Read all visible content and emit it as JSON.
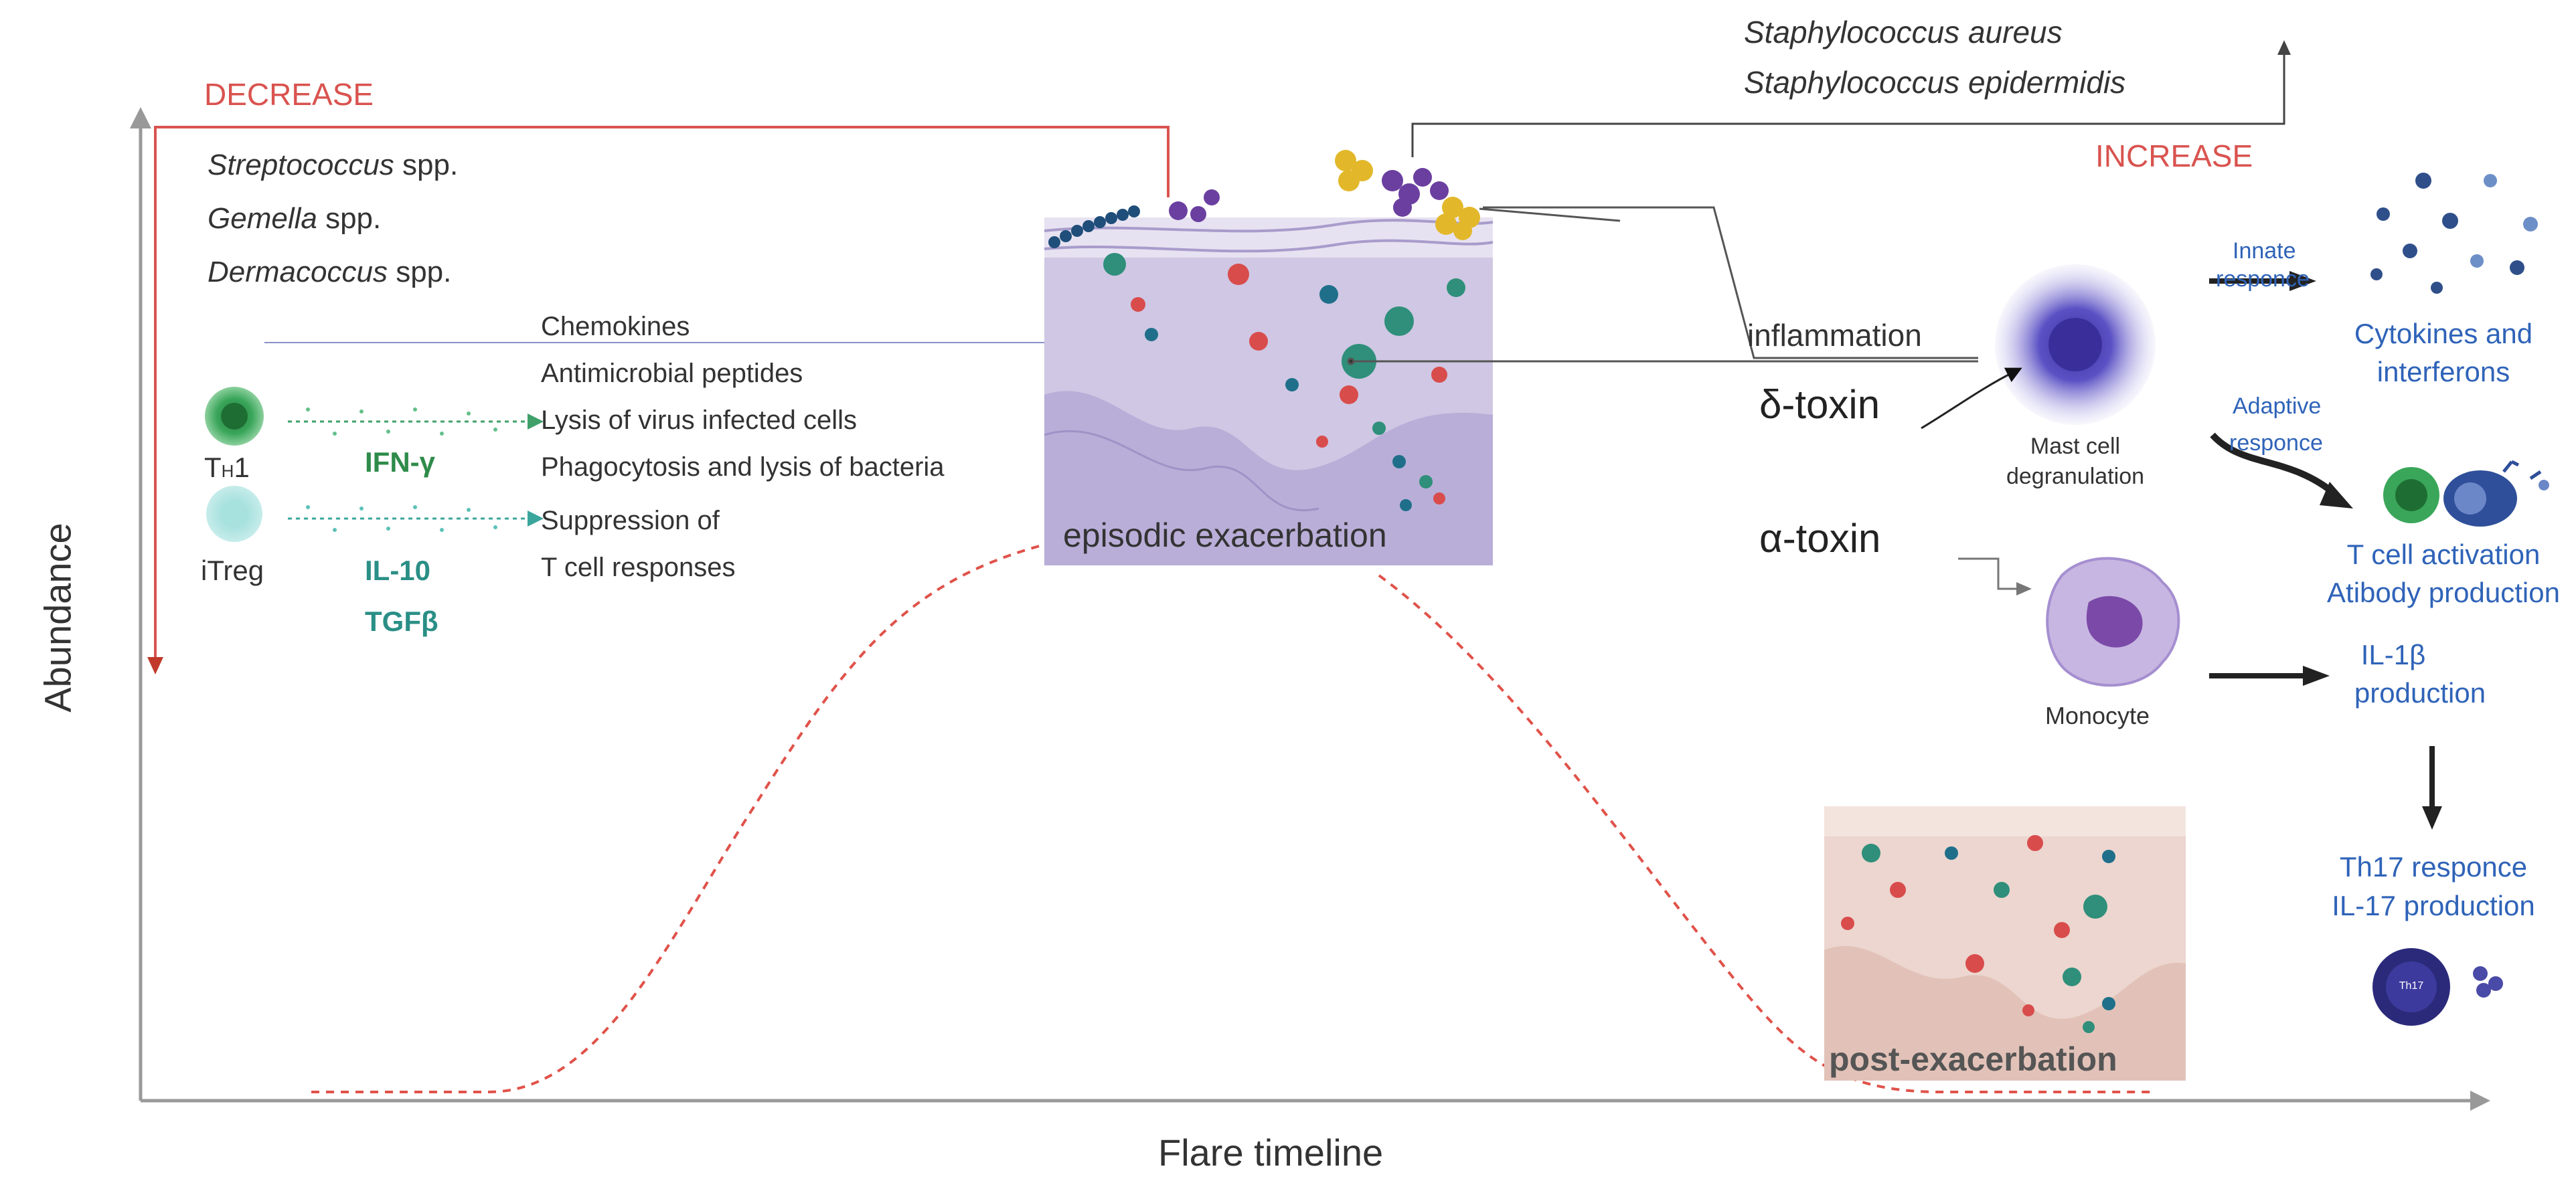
{
  "decrease": {
    "label": "DECREASE",
    "bacteria": [
      {
        "genus": "Streptococcus",
        "suffix": " spp."
      },
      {
        "genus": "Gemella",
        "suffix": " spp."
      },
      {
        "genus": "Dermacoccus",
        "suffix": " spp."
      }
    ]
  },
  "increase": {
    "label": "INCREASE",
    "bacteria": [
      "Staphylococcus aureus",
      "Staphylococcus epidermidis"
    ]
  },
  "axes": {
    "y_label": "Abundance",
    "x_label": "Flare timeline"
  },
  "cells": {
    "th1": {
      "label_main": "T",
      "label_sub": "H",
      "label_end": "1",
      "cytokine": "IFN-γ"
    },
    "itreg": {
      "label": "iTreg",
      "cytokines": [
        "IL-10",
        "TGFβ"
      ]
    }
  },
  "functions": [
    "Chemokines",
    "Antimicrobial peptides",
    "Lysis of virus infected cells",
    "Phagocytosis and lysis of bacteria",
    "Suppression of",
    "T cell responses"
  ],
  "skin": {
    "episodic": "episodic exacerbation",
    "post": "post-exacerbation"
  },
  "inflammation": "inflammation",
  "toxins": {
    "delta": "δ-toxin",
    "alpha": "α-toxin"
  },
  "mast_cell": {
    "label_lines": [
      "Mast cell",
      "degranulation"
    ]
  },
  "monocyte": {
    "label": "Monocyte"
  },
  "innate": {
    "label_lines": [
      "Innate",
      "responce"
    ],
    "result_lines": [
      "Cytokines and",
      "interferons"
    ]
  },
  "adaptive": {
    "label_lines": [
      "Adaptive",
      "responce"
    ],
    "result_lines": [
      "T cell activation",
      "Atibody production"
    ]
  },
  "il1b": {
    "lines": [
      "IL-1β",
      "production"
    ]
  },
  "th17": {
    "lines": [
      "Th17 responce",
      "IL-17 production"
    ],
    "cell_label": "Th17"
  },
  "colors": {
    "decrease": "#d9534f",
    "increase": "#d9534f",
    "blue_text": "#2f63b8",
    "ifn": "#2e8b4a",
    "il10": "#2a8f86"
  }
}
